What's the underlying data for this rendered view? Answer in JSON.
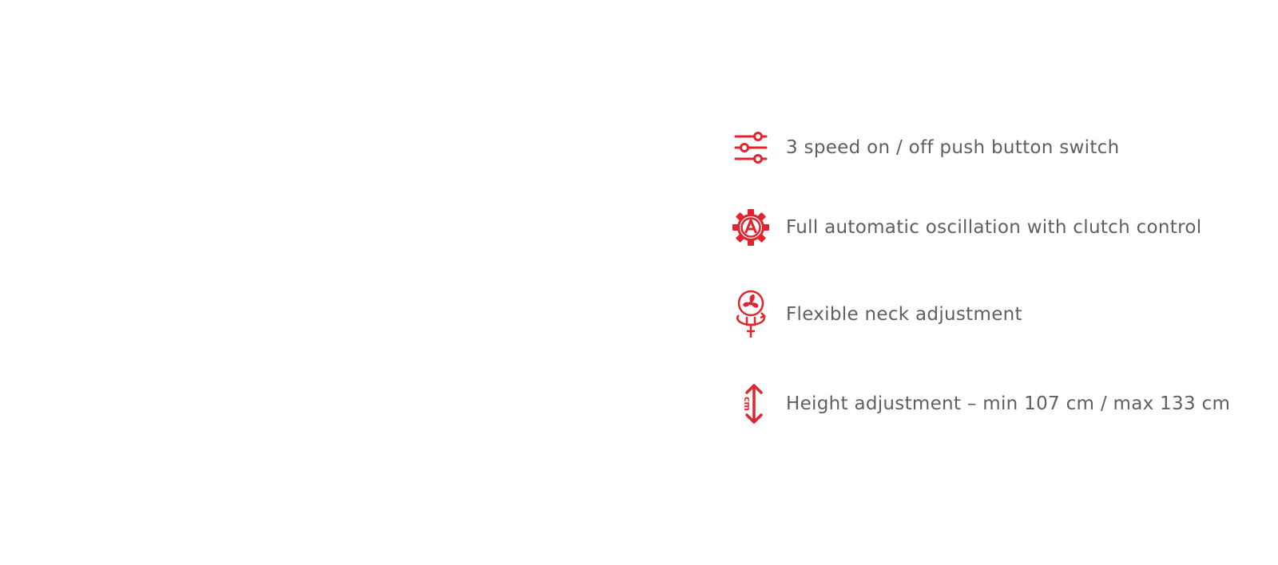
{
  "theme": {
    "accent_color": "#e0252f",
    "text_color": "#5f5f5f",
    "background": "#ffffff"
  },
  "features": [
    {
      "icon": "sliders-icon",
      "label": "3 speed on / off push button switch"
    },
    {
      "icon": "auto-oscillation-gear-icon",
      "label": "Full automatic oscillation with clutch control"
    },
    {
      "icon": "fan-rotate-icon",
      "label": "Flexible neck adjustment"
    },
    {
      "icon": "height-arrow-icon",
      "icon_text": "cm",
      "label": "Height adjustment – min 107 cm / max 133 cm"
    }
  ]
}
